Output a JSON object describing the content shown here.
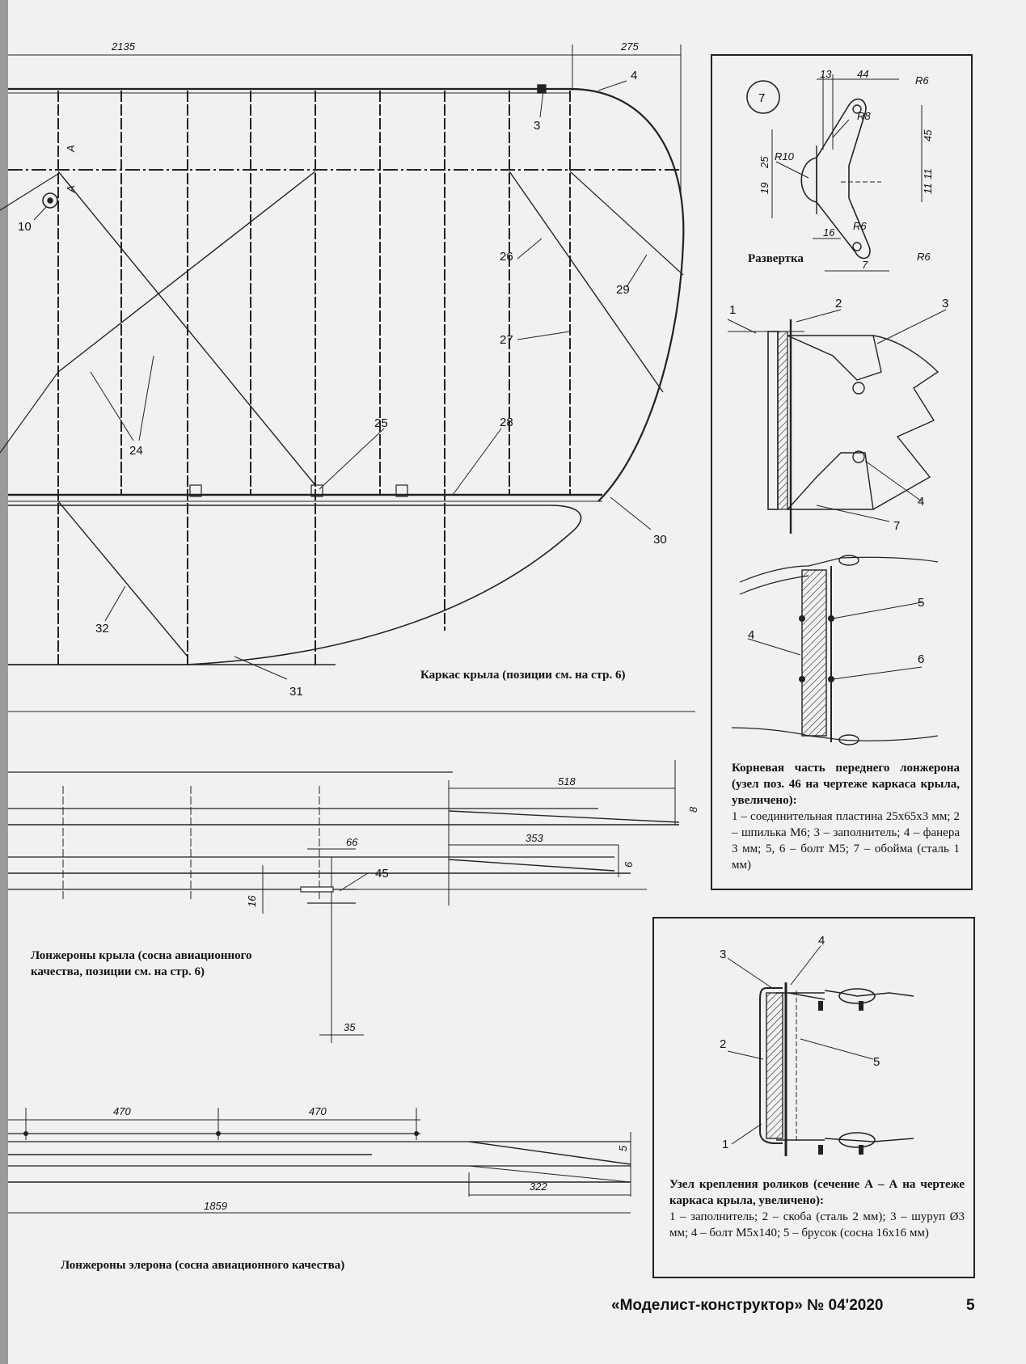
{
  "wing_frame": {
    "caption": "Каркас крыла (позиции см. на стр. 6)",
    "dims": [
      "2135",
      "275"
    ],
    "section_mark": "А",
    "callouts": [
      "3",
      "4",
      "10",
      "24",
      "24",
      "25",
      "26",
      "27",
      "28",
      "29",
      "30",
      "31",
      "32"
    ]
  },
  "detail7": {
    "number": "7",
    "caption": "Развертка",
    "dims": [
      "13",
      "44",
      "R6",
      "R8",
      "45",
      "25",
      "R10",
      "11",
      "11",
      "19",
      "16",
      "R6",
      "R6",
      "7"
    ]
  },
  "root_detail": {
    "callouts": [
      "1",
      "2",
      "3",
      "4",
      "7",
      "5",
      "4",
      "6"
    ],
    "title": "Корневая часть переднего лонжерона (узел поз. 46 на чертеже каркаса крыла, увеличено):",
    "text": "1 – соединительная пластина 25x65x3 мм; 2 – шпилька М6; 3 – заполнитель; 4 – фанера 3 мм; 5, 6 – болт М5; 7 – обойма (сталь 1 мм)"
  },
  "wing_spars": {
    "caption": "Лонжероны крыла (сосна авиационного качества, позиции см. на стр. 6)",
    "dims": [
      "518",
      "8",
      "353",
      "6",
      "66",
      "16",
      "35"
    ],
    "callouts": [
      "45"
    ]
  },
  "roller_node": {
    "callouts": [
      "3",
      "4",
      "2",
      "5",
      "1"
    ],
    "title": "Узел крепления роликов (сечение А – А на чертеже каркаса крыла, увеличено):",
    "text": "1 – заполнитель; 2 – скоба (сталь 2 мм); 3 – шуруп Ø3 мм; 4 – болт М5х140; 5 – брусок (сосна 16х16 мм)"
  },
  "aileron_spars": {
    "caption": "Лонжероны элерона (сосна авиационного качества)",
    "dims": [
      "470",
      "470",
      "5",
      "322",
      "1859"
    ]
  },
  "footer": {
    "magazine": "«Моделист-конструктор» № 04'2020",
    "page": "5"
  }
}
